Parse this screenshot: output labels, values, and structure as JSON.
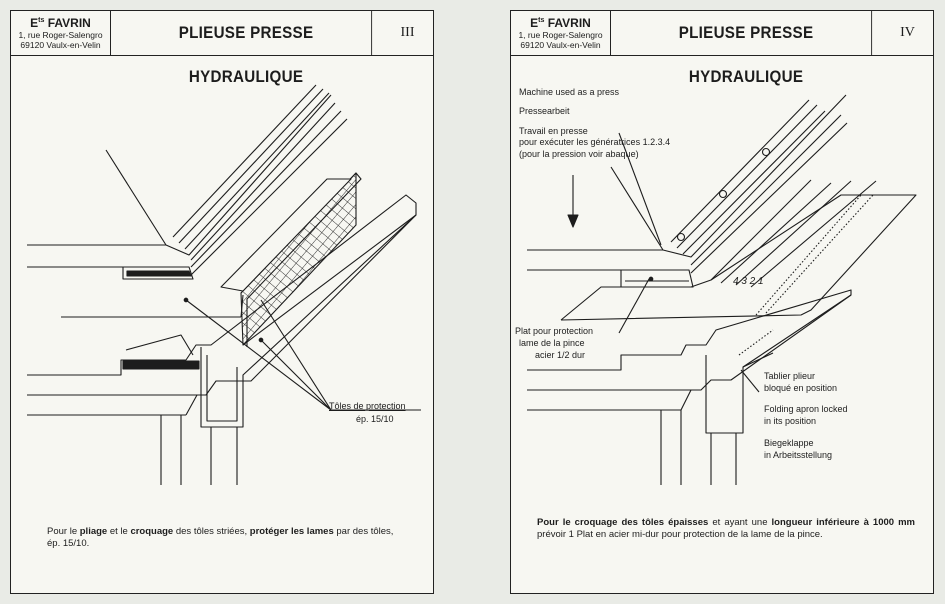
{
  "left_page": {
    "company": {
      "name_prefix": "E",
      "name_sup": "ts",
      "name_rest": " FAVRIN",
      "address1": "1, rue Roger-Salengro",
      "address2": "69120 Vaulx-en-Velin"
    },
    "title": "PLIEUSE PRESSE HYDRAULIQUE",
    "page_number": "III",
    "label_protection": "Tôles de protection",
    "label_thickness": "ép. 15/10",
    "caption": {
      "p1": "Pour le ",
      "b1": "pliage",
      "p2": " et le ",
      "b2": "croquage",
      "p3": " des tôles striées, ",
      "b3": "protéger les lames",
      "p4": " par des tôles, ép. 15/10."
    }
  },
  "right_page": {
    "company": {
      "name_prefix": "E",
      "name_sup": "ts",
      "name_rest": " FAVRIN",
      "address1": "1, rue Roger-Salengro",
      "address2": "69120 Vaulx-en-Velin"
    },
    "title": "PLIEUSE PRESSE HYDRAULIQUE",
    "page_number": "IV",
    "label_press_en": "Machine used as a press",
    "label_press_de": "Pressearbeit",
    "label_press_fr_1": "Travail en presse",
    "label_press_fr_2": "pour exécuter les génératrices 1.2.3.4",
    "label_press_fr_3": "(pour la pression voir abaque)",
    "label_plat_1": "Plat pour protection",
    "label_plat_2": "lame de la pince",
    "label_plat_3": "acier 1/2 dur",
    "label_apron_fr_1": "Tablier plieur",
    "label_apron_fr_2": "bloqué en position",
    "label_apron_en_1": "Folding apron locked",
    "label_apron_en_2": "in its position",
    "label_apron_de_1": "Biegeklappe",
    "label_apron_de_2": "in Arbeitsstellung",
    "generatrix_numbers": "4 3 2 1",
    "caption": {
      "b1": "Pour le croquage des tôles épaisses",
      "p1": " et ayant une ",
      "b2": "longueur inférieure à 1000 mm",
      "p2": " prévoir 1 Plat en acier mi-dur pour protection de la lame de la pince."
    }
  },
  "colors": {
    "paper": "#f7f7f2",
    "ink": "#1d1d1d",
    "background": "#e9ebe6"
  }
}
